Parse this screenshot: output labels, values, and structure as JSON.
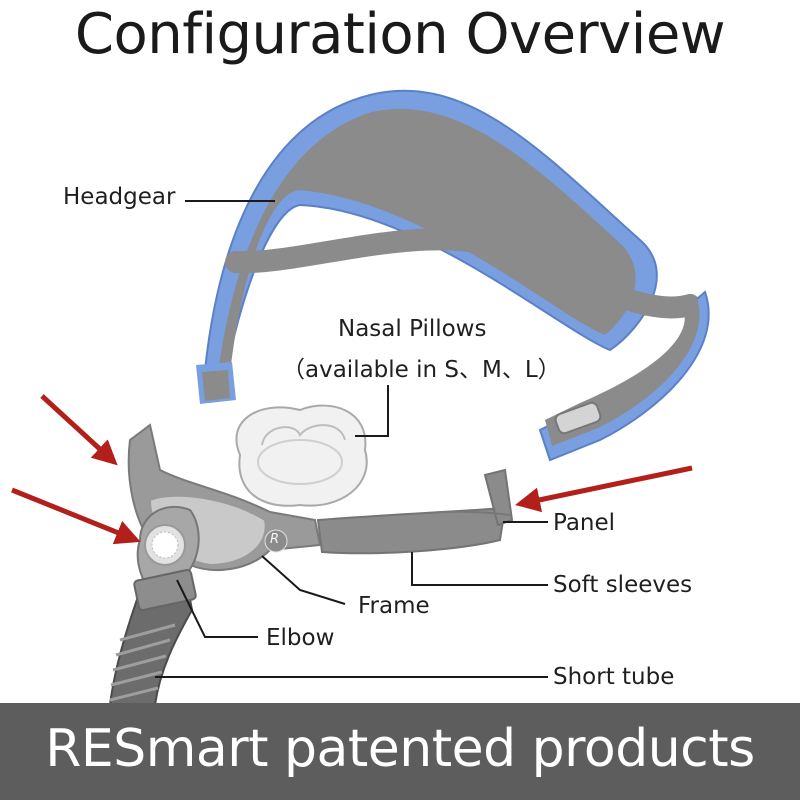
{
  "title": "Configuration Overview",
  "labels": {
    "headgear": "Headgear",
    "nasal_pillows": "Nasal Pillows",
    "nasal_pillows_sizes": "（available in S、M、L）",
    "panel": "Panel",
    "soft_sleeves": "Soft sleeves",
    "frame": "Frame",
    "elbow": "Elbow",
    "short_tube": "Short tube",
    "frame_mark": "R"
  },
  "footer": "RESmart patented products",
  "colors": {
    "headgear_blue": "#7a9fe0",
    "strap_gray": "#8a8a8a",
    "arrow_red": "#b3201b",
    "footer_bg": "#5d5d5d"
  }
}
